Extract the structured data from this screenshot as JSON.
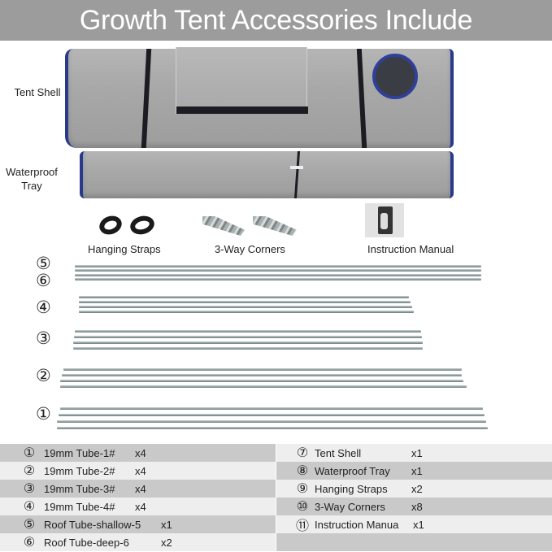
{
  "header": {
    "title": "Growth Tent Accessories Include"
  },
  "photo_labels": {
    "tent_shell": "Tent Shell",
    "waterproof_tray_line1": "Waterproof",
    "waterproof_tray_line2": "Tray",
    "hanging_straps": "Hanging Straps",
    "three_way_corners": "3-Way Corners",
    "instruction_manual": "Instruction Manual"
  },
  "tube_groups": [
    {
      "marker": "⑤",
      "label": "5"
    },
    {
      "marker": "⑥",
      "label": "6"
    },
    {
      "marker": "④",
      "label": "4"
    },
    {
      "marker": "③",
      "label": "3"
    },
    {
      "marker": "②",
      "label": "2"
    },
    {
      "marker": "①",
      "label": "1"
    }
  ],
  "parts_table": {
    "left": [
      {
        "num": "①",
        "name": "19mm Tube-1#",
        "qty": "x4"
      },
      {
        "num": "②",
        "name": "19mm Tube-2#",
        "qty": "x4"
      },
      {
        "num": "③",
        "name": "19mm Tube-3#",
        "qty": "x4"
      },
      {
        "num": "④",
        "name": "19mm Tube-4#",
        "qty": "x4"
      },
      {
        "num": "⑤",
        "name": "Roof Tube-shallow-5",
        "qty": "x1"
      },
      {
        "num": "⑥",
        "name": "Roof Tube-deep-6",
        "qty": "x2"
      }
    ],
    "right": [
      {
        "num": "⑦",
        "name": "Tent Shell",
        "qty": "x1"
      },
      {
        "num": "⑧",
        "name": "Waterproof Tray",
        "qty": "x1"
      },
      {
        "num": "⑨",
        "name": "Hanging Straps",
        "qty": "x2"
      },
      {
        "num": "⑩",
        "name": "3-Way Corners",
        "qty": "x8"
      },
      {
        "num": "⑪",
        "name": "Instruction Manua",
        "qty": "x1"
      }
    ]
  },
  "colors": {
    "title_bar": "#9c9c9c",
    "row_dark": "#c9c9c9",
    "row_light": "#eeeeee",
    "bag_trim": "#283a8c"
  }
}
